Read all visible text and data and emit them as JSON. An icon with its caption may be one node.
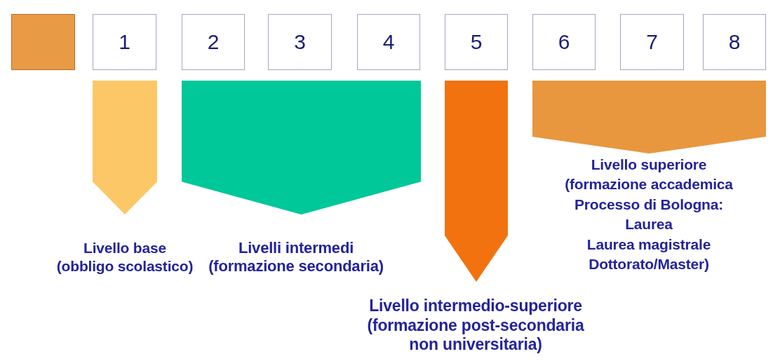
{
  "diagram": {
    "nodes": [
      {
        "text": [],
        "shape": "box"
      },
      {
        "text": [
          "1"
        ]
      },
      {
        "text": [
          "2"
        ]
      },
      {
        "text": [
          "3"
        ]
      },
      {
        "text": [
          "4"
        ]
      },
      {
        "text": [
          "5"
        ]
      },
      {
        "text": [
          "6"
        ]
      },
      {
        "text": [
          "7"
        ]
      },
      {
        "text": [
          "8"
        ]
      },
      {
        "text": [],
        "shape": "pentagon",
        "beside": [
          "Livello base (obbligo scolastico)"
        ]
      },
      {
        "text": [],
        "shape": "pentagon",
        "beside": [
          "Livelli intermedi (formazione secondaria)"
        ]
      },
      {
        "text": [],
        "shape": "pentagon",
        "beside": [
          "Livello intermedio-superiore (formazione post-secondaria non universitaria)"
        ]
      },
      {
        "text": [],
        "shape": "pentagon",
        "beside": [
          "Livello superiore (formazione accademica Processo di Bologna: Laurea Laurea magistrale Dottorato/Master)"
        ]
      }
    ]
  }
}
